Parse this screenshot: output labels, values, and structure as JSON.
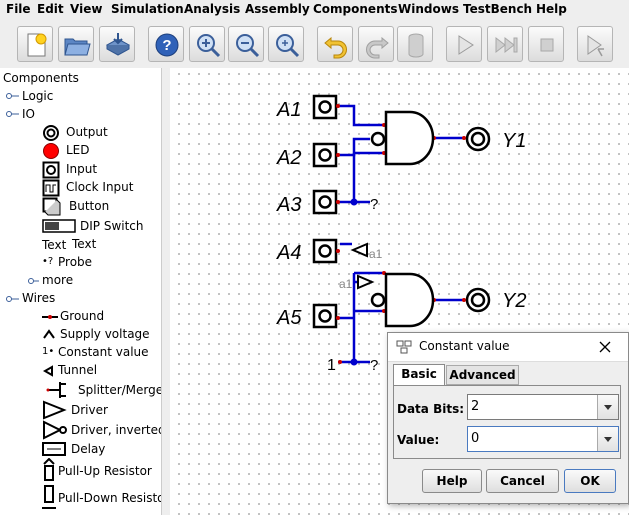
{
  "menu": [
    "File",
    "Edit",
    "View",
    "Simulation",
    "Analysis",
    "Assembly",
    "Components",
    "Windows",
    "TestBench",
    "Help"
  ],
  "toolbar": {
    "icons": [
      "new-file-icon",
      "open-folder-icon",
      "save-icon",
      "help-icon",
      "zoom-in-icon",
      "zoom-out-icon",
      "zoom-fit-icon",
      "undo-icon",
      "redo-icon",
      "delete-icon",
      "play-icon",
      "fast-forward-icon",
      "stop-icon",
      "step-icon"
    ]
  },
  "sidebar": {
    "root": "Components",
    "logic": "Logic",
    "io": "IO",
    "io_items": [
      "Output",
      "LED",
      "Input",
      "Clock Input",
      "Button",
      "DIP Switch",
      "Text",
      "Probe"
    ],
    "text_icon_label": "Text",
    "probe_icon_label": "•?",
    "more": "more",
    "wires": "Wires",
    "wire_items": [
      "Ground",
      "Supply voltage",
      "Constant value",
      "Tunnel",
      "Splitter/Merger",
      "Driver",
      "Driver, inverted s",
      "Delay",
      "Pull-Up Resistor",
      "Pull-Down Resisto"
    ],
    "const_icon_label": "1•"
  },
  "circuit": {
    "inputs": [
      "A1",
      "A2",
      "A3",
      "A4",
      "A5"
    ],
    "outputs": [
      "Y1",
      "Y2"
    ],
    "tunnels": [
      "a1",
      "a1"
    ],
    "probes": [
      "?",
      "?"
    ],
    "constant": "1"
  },
  "dialog": {
    "title": "Constant value",
    "tabs": [
      "Basic",
      "Advanced"
    ],
    "data_bits_label": "Data Bits:",
    "data_bits_value": "2",
    "value_label": "Value:",
    "value_value": "0",
    "buttons": [
      "Help",
      "Cancel",
      "OK"
    ]
  }
}
